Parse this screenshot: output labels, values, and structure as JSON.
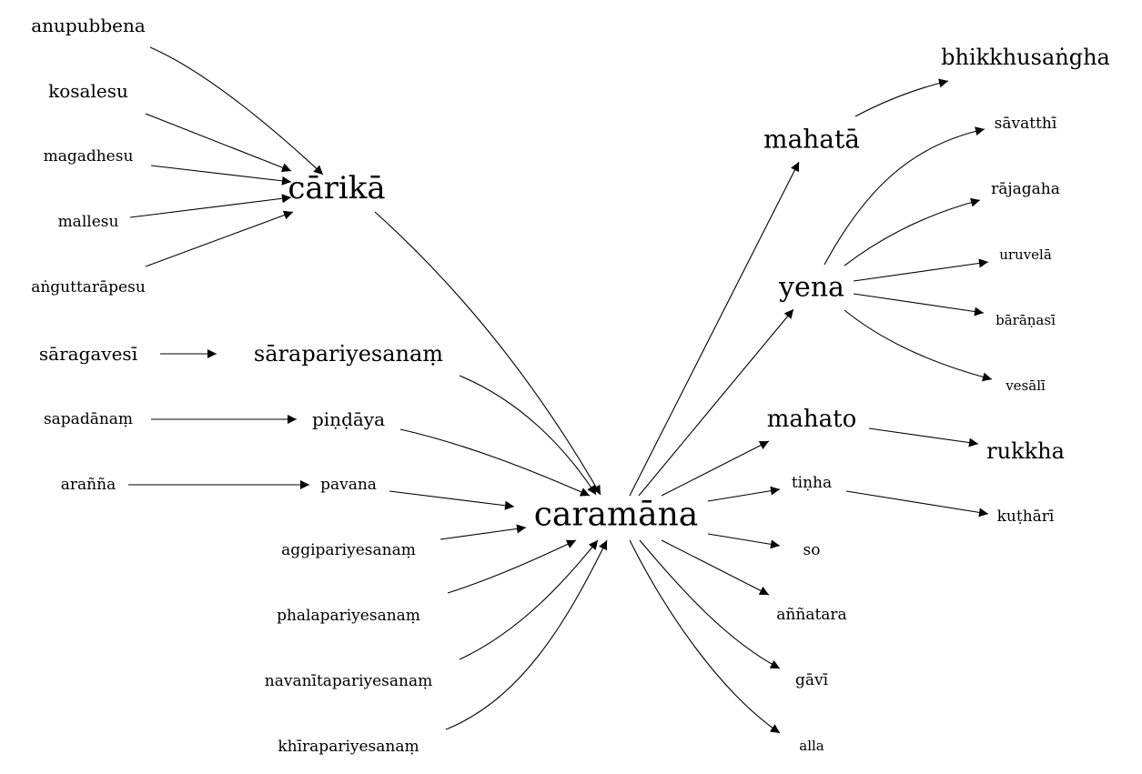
{
  "graph": {
    "nodes": {
      "anupubbena": "anupubbena",
      "kosalesu": "kosalesu",
      "magadhesu": "magadhesu",
      "mallesu": "mallesu",
      "anguttarapesu": "aṅguttarāpesu",
      "carika": "cārikā",
      "saragavesi": "sāragavesī",
      "sarapariyesanam": "sārapariyesanaṃ",
      "sapadanam": "sapadānaṃ",
      "pindaya": "piṇḍāya",
      "aranna": "arañña",
      "pavana": "pavana",
      "aggipariyesanam": "aggipariyesanaṃ",
      "phalapariyesanam": "phalapariyesanaṃ",
      "navanitapariyesanam": "navanītapariyesanaṃ",
      "khirapariyesanam": "khīrapariyesanaṃ",
      "caramana": "caramāna",
      "mahata": "mahatā",
      "bhikkhusangha": "bhikkhusaṅgha",
      "yena": "yena",
      "savatthi": "sāvatthī",
      "rajagaha": "rājagaha",
      "uruvela": "uruvelā",
      "baranasi": "bārāṇasī",
      "vesali": "vesālī",
      "mahato": "mahato",
      "rukkha": "rukkha",
      "tinha": "tiṇha",
      "kutthari": "kuṭhārī",
      "so": "so",
      "annatara": "aññatara",
      "gavi": "gāvī",
      "alla": "alla"
    },
    "edges": [
      [
        "anupubbena",
        "carika"
      ],
      [
        "kosalesu",
        "carika"
      ],
      [
        "magadhesu",
        "carika"
      ],
      [
        "mallesu",
        "carika"
      ],
      [
        "anguttarapesu",
        "carika"
      ],
      [
        "carika",
        "caramana"
      ],
      [
        "saragavesi",
        "sarapariyesanam"
      ],
      [
        "sarapariyesanam",
        "caramana"
      ],
      [
        "sapadanam",
        "pindaya"
      ],
      [
        "pindaya",
        "caramana"
      ],
      [
        "aranna",
        "pavana"
      ],
      [
        "pavana",
        "caramana"
      ],
      [
        "aggipariyesanam",
        "caramana"
      ],
      [
        "phalapariyesanam",
        "caramana"
      ],
      [
        "navanitapariyesanam",
        "caramana"
      ],
      [
        "khirapariyesanam",
        "caramana"
      ],
      [
        "caramana",
        "mahata"
      ],
      [
        "caramana",
        "yena"
      ],
      [
        "caramana",
        "mahato"
      ],
      [
        "caramana",
        "tinha"
      ],
      [
        "caramana",
        "so"
      ],
      [
        "caramana",
        "annatara"
      ],
      [
        "caramana",
        "gavi"
      ],
      [
        "caramana",
        "alla"
      ],
      [
        "mahata",
        "bhikkhusangha"
      ],
      [
        "yena",
        "savatthi"
      ],
      [
        "yena",
        "rajagaha"
      ],
      [
        "yena",
        "uruvela"
      ],
      [
        "yena",
        "baranasi"
      ],
      [
        "yena",
        "vesali"
      ],
      [
        "mahato",
        "rukkha"
      ],
      [
        "tinha",
        "kutthari"
      ]
    ]
  }
}
